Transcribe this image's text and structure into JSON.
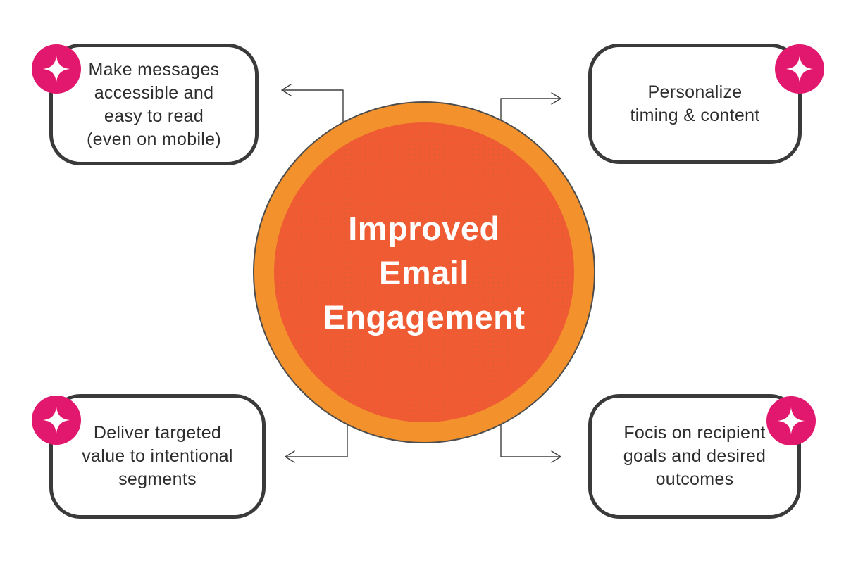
{
  "diagram": {
    "center": {
      "title": "Improved Email Engagement",
      "lines": [
        "Improved",
        "Email",
        "Engagement"
      ]
    },
    "nodes": [
      {
        "id": "make-messages",
        "position": "top-left",
        "text": "Make messages accessible and easy to read (even on mobile)",
        "lines": [
          "Make messages",
          "accessible and",
          "easy to read",
          "(even on mobile)"
        ]
      },
      {
        "id": "personalize-timing",
        "position": "top-right",
        "text": "Personalize timing & content",
        "lines": [
          "Personalize",
          "timing & content"
        ]
      },
      {
        "id": "deliver-targeted-value",
        "position": "bottom-left",
        "text": "Deliver targeted value to intentional segments",
        "lines": [
          "Deliver targeted",
          "value to intentional",
          "segments"
        ]
      },
      {
        "id": "focus-recipient-goals",
        "position": "bottom-right",
        "text": "Focis on recipient goals and desired outcomes",
        "lines": [
          "Focis on recipient",
          "goals and desired",
          "outcomes"
        ]
      }
    ],
    "icons": {
      "badge": "sparkle-icon",
      "connector": "chevron-arrow"
    },
    "colors": {
      "badge_pink": "#E2186E",
      "circle_outer_orange": "#F3922C",
      "circle_inner_orange": "#F05B33",
      "box_border": "#3A3A3A",
      "box_text": "#2D2D2D",
      "connector_line": "#3F3F3F",
      "center_text": "#FFFFFF",
      "background": "#FFFFFF"
    }
  }
}
